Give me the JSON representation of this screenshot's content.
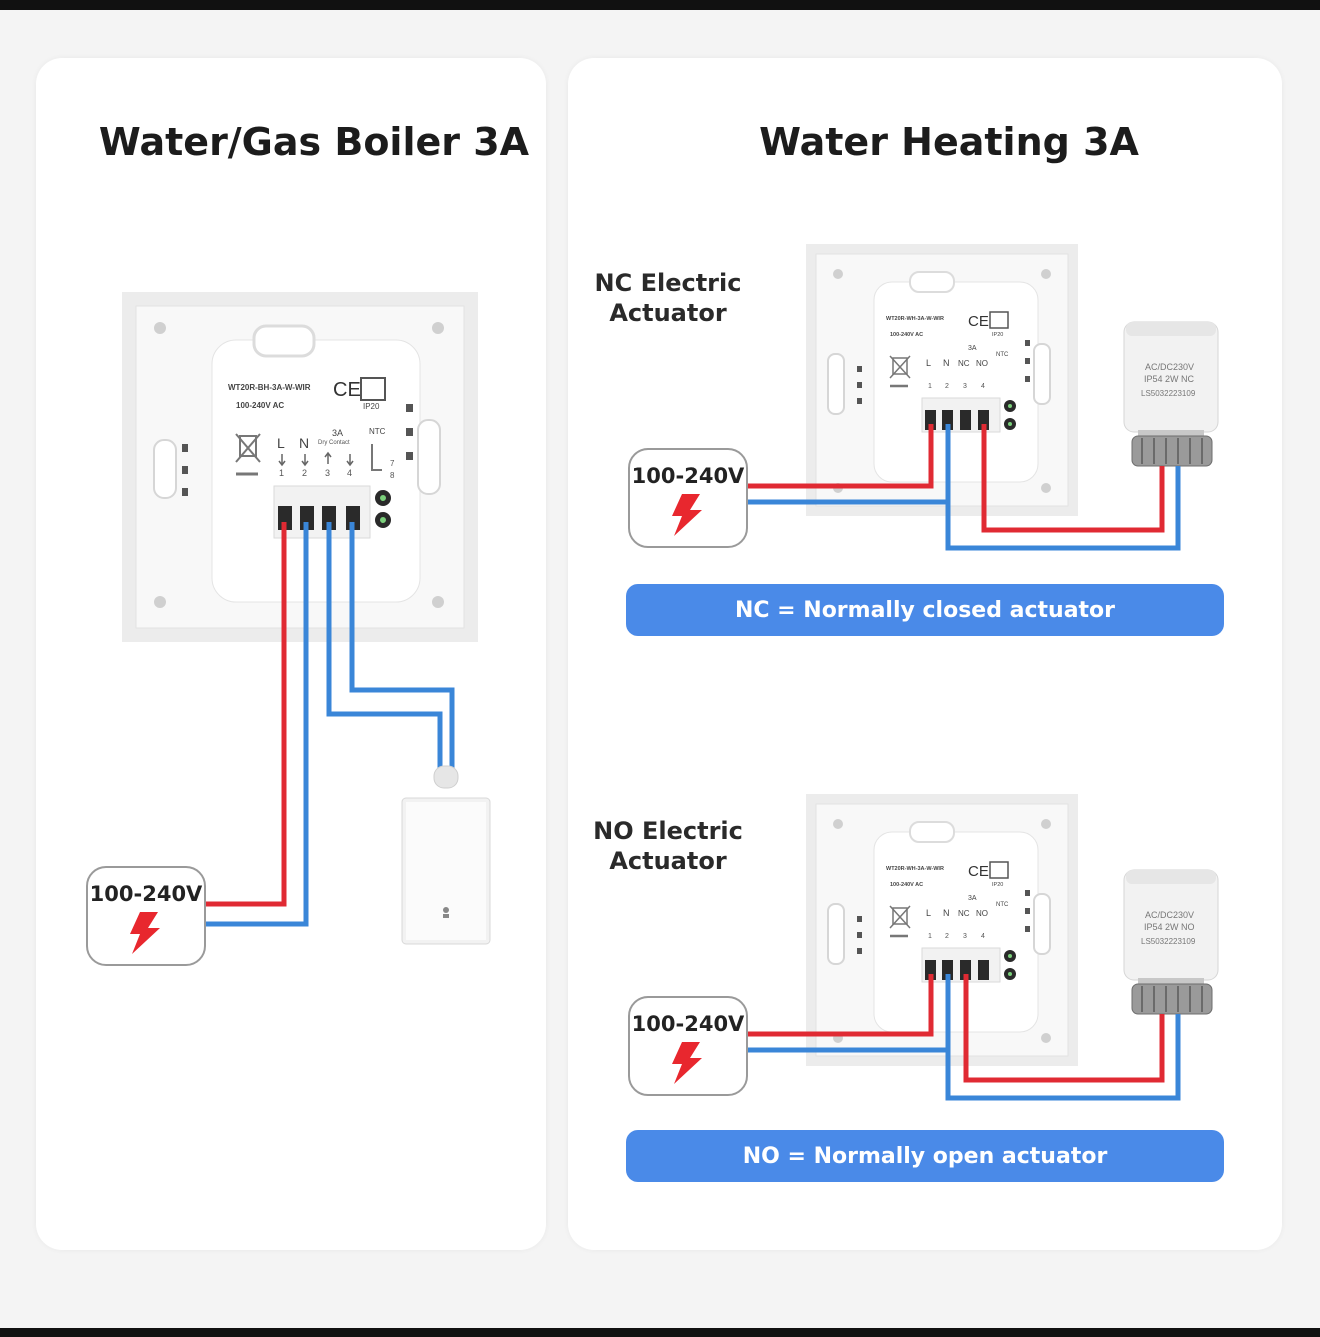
{
  "left": {
    "title": "Water/Gas Boiler 3A",
    "voltage": "100-240V",
    "thermostat": {
      "model": "WT20R-BH-3A-W-WIR",
      "rating": "100-240V AC",
      "ip": "IP20",
      "current": "3A",
      "dry_contact": "Dry Contact",
      "ntc": "NTC",
      "terminals": [
        "L",
        "N"
      ],
      "numbers": [
        "1",
        "2",
        "3",
        "4"
      ],
      "sensor_pins": [
        "7",
        "8"
      ],
      "ce": "CE"
    }
  },
  "right": {
    "title": "Water Heating 3A",
    "nc": {
      "label_line1": "NC Electric",
      "label_line2": "Actuator",
      "voltage": "100-240V",
      "note": "NC = Normally closed actuator",
      "actuator_lines": [
        "AC/DC230V",
        "IP54  2W NC",
        "LS5032223109"
      ]
    },
    "no": {
      "label_line1": "NO Electric",
      "label_line2": "Actuator",
      "voltage": "100-240V",
      "note": "NO = Normally open actuator",
      "actuator_lines": [
        "AC/DC230V",
        "IP54  2W NO",
        "LS5032223109"
      ]
    },
    "thermostat": {
      "model": "WT20R-WH-3A-W-WIR",
      "rating": "100-240V AC",
      "ip": "IP20",
      "current": "3A",
      "ntc": "NTC",
      "terminals": [
        "L",
        "N",
        "NC",
        "NO"
      ],
      "numbers": [
        "1",
        "2",
        "3",
        "4"
      ],
      "ce": "CE"
    }
  },
  "colors": {
    "live_wire": "#e02a33",
    "neutral_wire": "#3a86d8",
    "accent": "#4a8ae8",
    "bolt": "#e8272e"
  }
}
